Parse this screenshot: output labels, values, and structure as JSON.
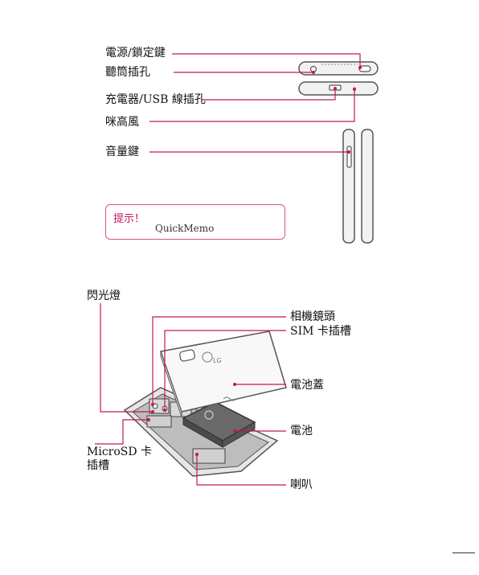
{
  "labels": {
    "power_lock_key": "電源/鎖定鍵",
    "earphone_jack": "聽筒插孔",
    "charger_usb_port": "充電器/USB 線插孔",
    "microphone": "咪高風",
    "volume_keys": "音量鍵",
    "flash": "閃光燈",
    "camera_lens": "相機鏡頭",
    "sim_slot": "SIM 卡插槽",
    "battery_cover": "電池蓋",
    "battery": "電池",
    "microsd_slot_line1": "MicroSD 卡",
    "microsd_slot_line2": "插槽",
    "speaker": "喇叭"
  },
  "tip": {
    "title": "提示！",
    "text": "QuickMemo"
  },
  "colors": {
    "accent": "#c4145f",
    "device_outline": "#555555",
    "device_fill": "#f2f2f2",
    "battery_fill": "#555555"
  }
}
